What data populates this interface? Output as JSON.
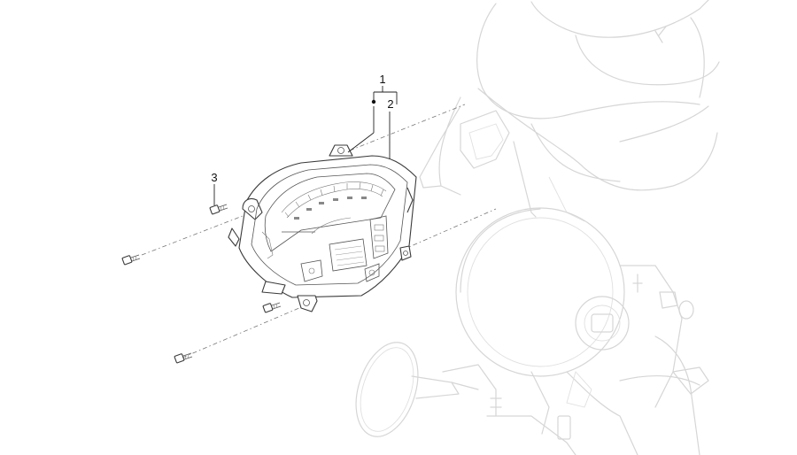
{
  "callouts": [
    {
      "label": "1"
    },
    {
      "label": "2"
    },
    {
      "label": "3"
    }
  ],
  "colors": {
    "ghost_outline": "#d6d6d6",
    "part_outline": "#3a3a3a",
    "leader_line": "#222222"
  }
}
